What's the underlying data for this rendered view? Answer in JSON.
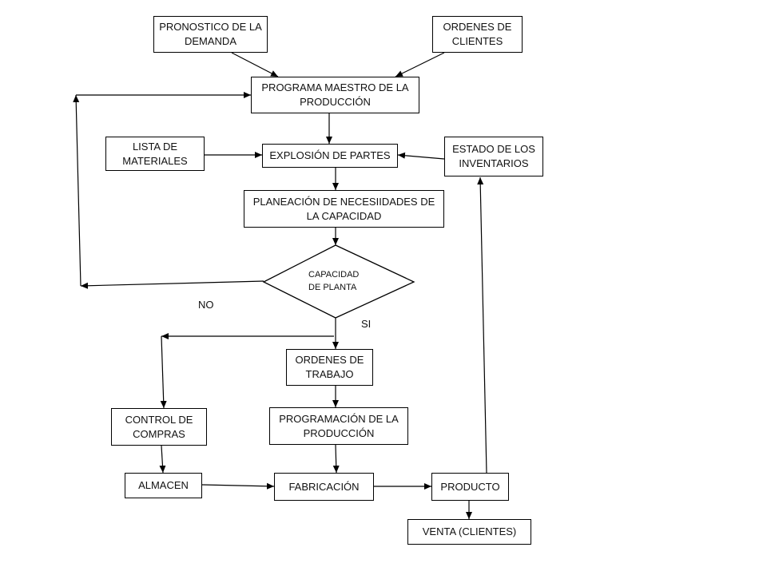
{
  "nodes": {
    "pronostico": "PRONOSTICO DE LA DEMANDA",
    "ordenes_clientes": "ORDENES DE CLIENTES",
    "programa_maestro": "PROGRAMA MAESTRO DE LA PRODUCCIÓN",
    "lista_materiales": "LISTA DE MATERIALES",
    "explosion": "EXPLOSIÓN DE PARTES",
    "estado_inventarios": "ESTADO DE LOS INVENTARIOS",
    "planeacion": "PLANEACIÓN DE NECESIIDADES DE LA CAPACIDAD",
    "capacidad_line1": "CAPACIDAD",
    "capacidad_line2": "DE PLANTA",
    "ordenes_trabajo": "ORDENES DE TRABAJO",
    "control_compras": "CONTROL DE COMPRAS",
    "programacion": "PROGRAMACIÓN DE LA PRODUCCIÓN",
    "almacen": "ALMACEN",
    "fabricacion": "FABRICACIÓN",
    "producto": "PRODUCTO",
    "venta": "VENTA (CLIENTES)"
  },
  "edge_labels": {
    "no": "NO",
    "si": "SI"
  }
}
